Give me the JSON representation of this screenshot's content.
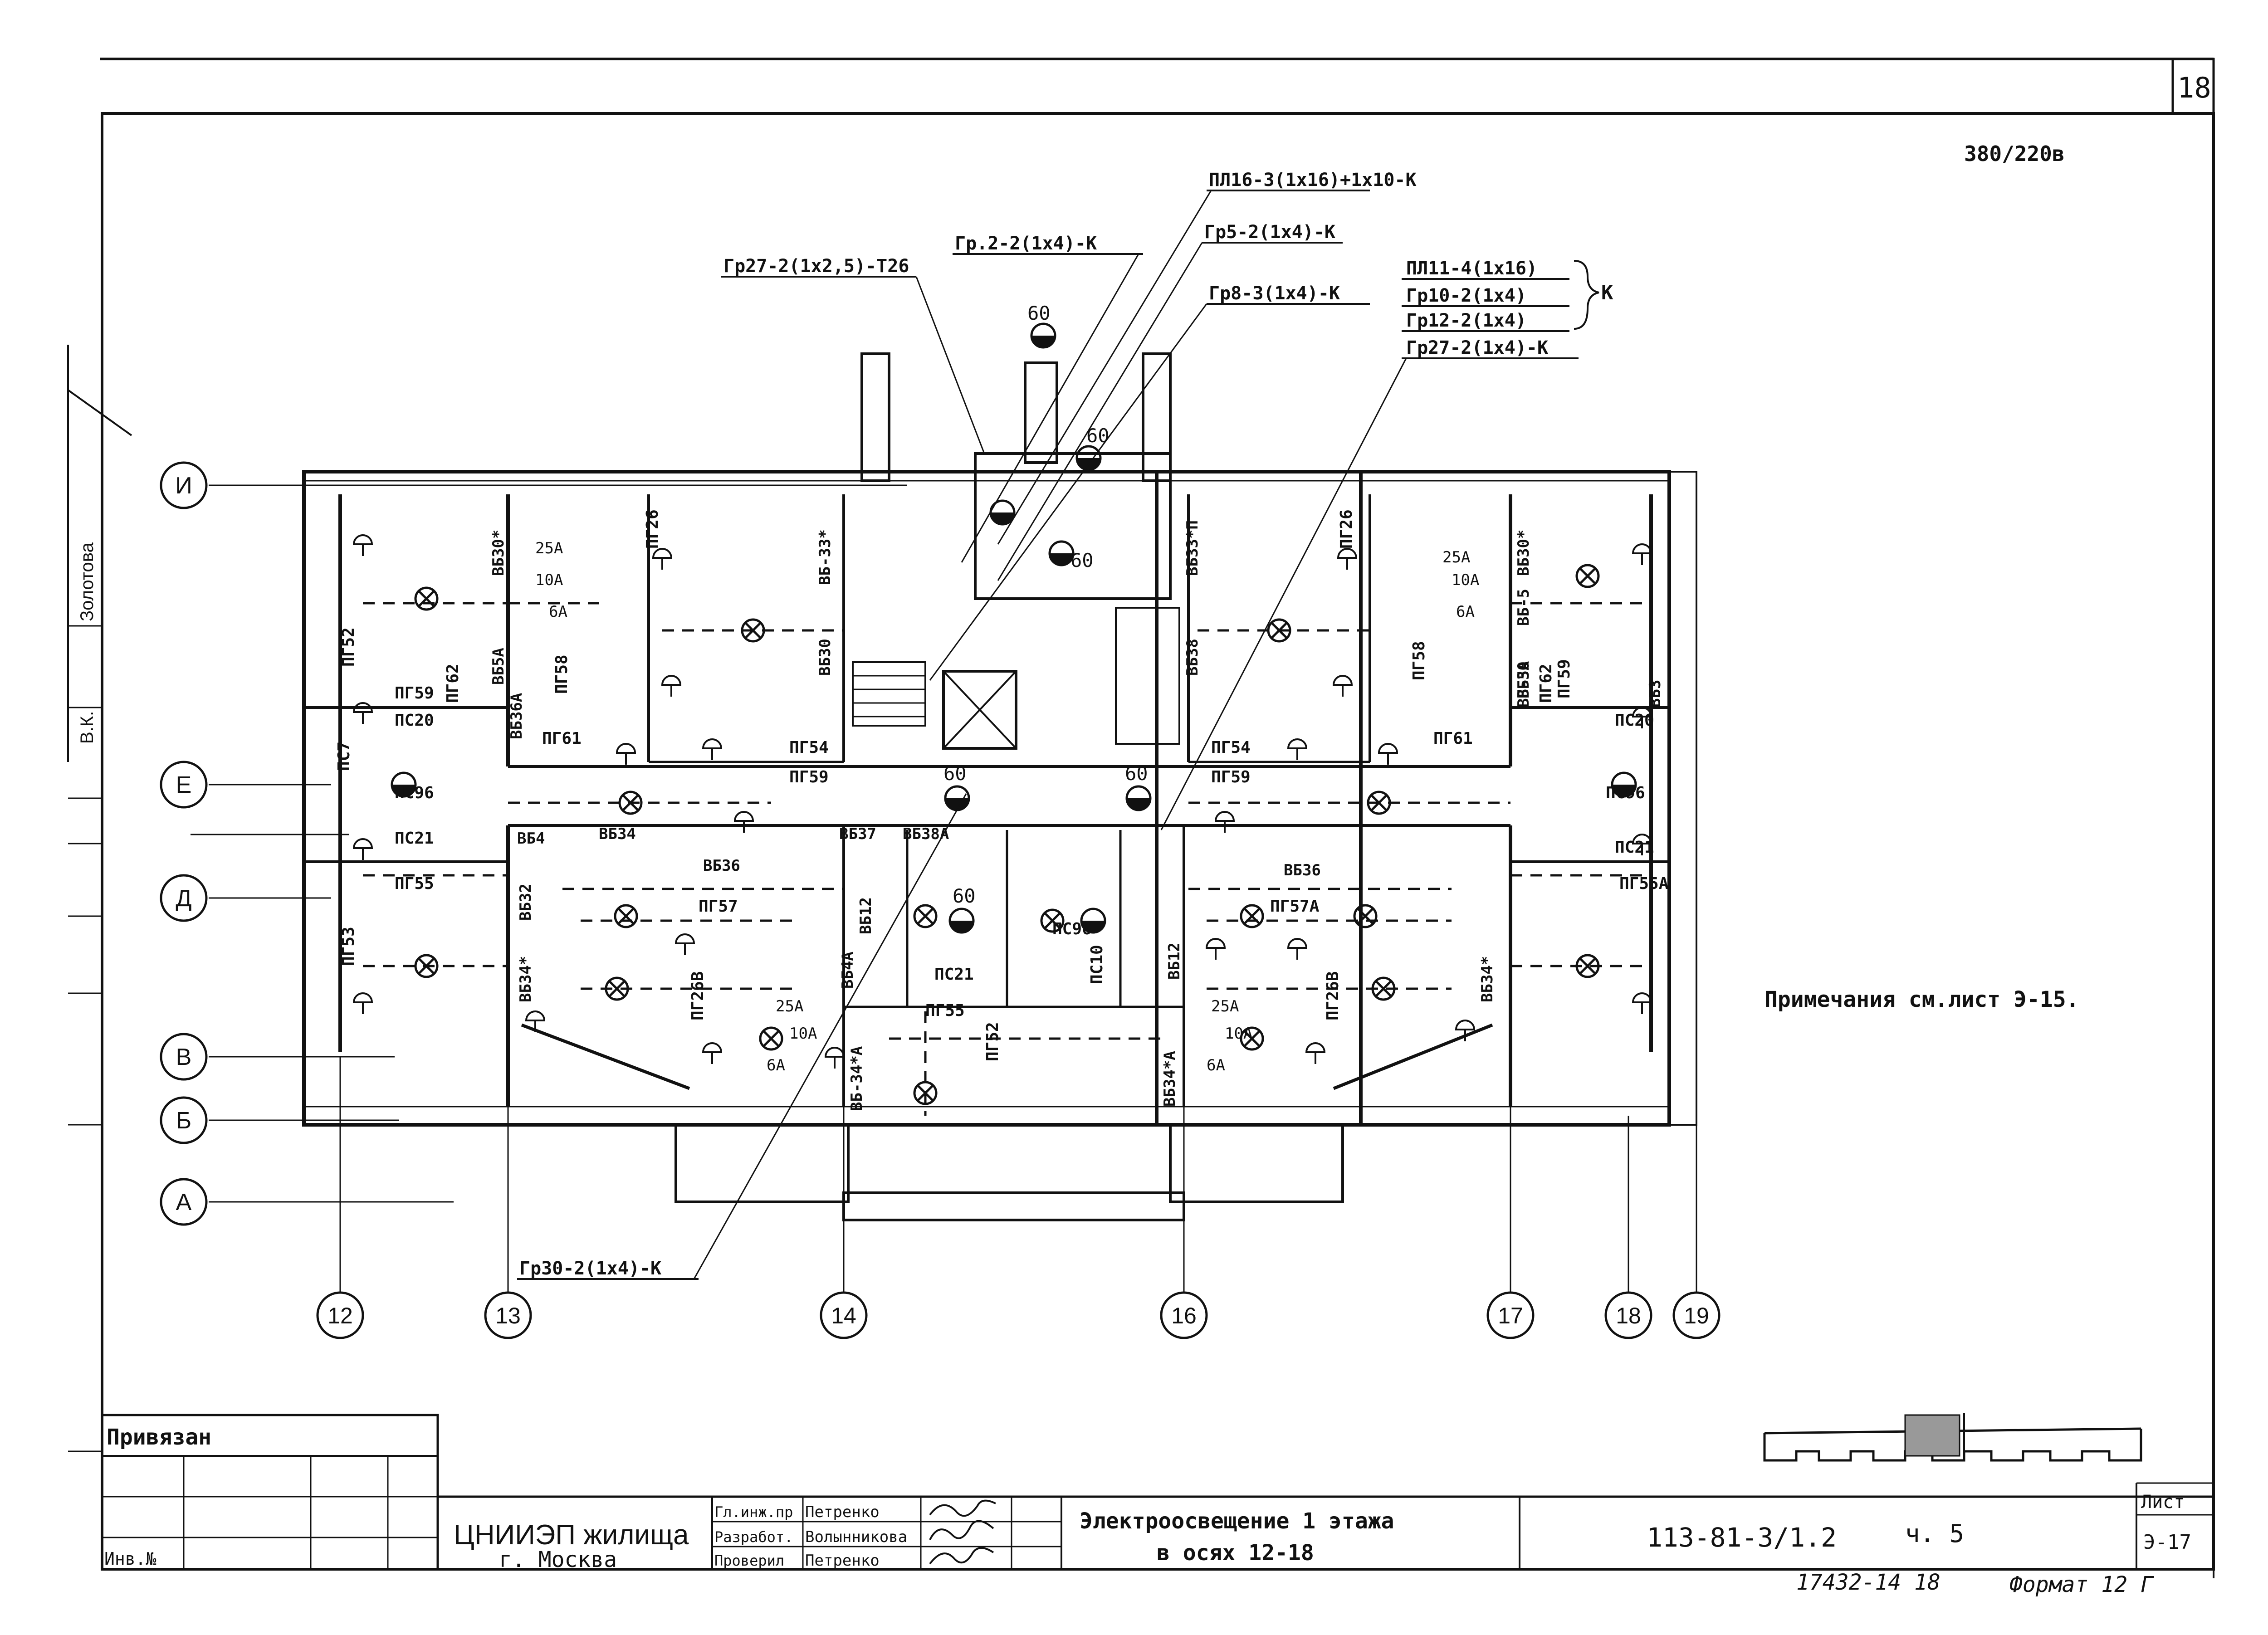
{
  "sheet_number": "18",
  "voltage": "380/220в",
  "note": "Примечания см.лист Э-15.",
  "sidebar": {
    "signer_name": "Золотова",
    "signer_role": "В.К."
  },
  "cable_labels": {
    "main_feeder": "ПЛ16-3(1х16)+1х10-К",
    "gr2": "Гр.2-2(1х4)-К",
    "gr27_t26": "Гр27-2(1х2,5)-Т26",
    "gr5": "Гр5-2(1х4)-К",
    "gr8": "Гр8-3(1х4)-К",
    "gr30": "Гр30-2(1х4)-К",
    "group_k": [
      "ПЛ11-4(1х16)",
      "Гр10-2(1х4)",
      "Гр12-2(1х4)"
    ],
    "group_k_suffix": "К",
    "gr27_k": "Гр27-2(1х4)-К"
  },
  "axes": {
    "rows": [
      "И",
      "Е",
      "Д",
      "В",
      "Б",
      "А"
    ],
    "cols": [
      "12",
      "13",
      "14",
      "16",
      "17",
      "18",
      "19"
    ]
  },
  "plan_labels": {
    "room_codes": [
      "ПГ52",
      "ПГ53",
      "ПГ55",
      "ПГ59",
      "ПС20",
      "ПС21",
      "ПС96",
      "ПС7",
      "ПГ62",
      "ПГ58",
      "ПГ61",
      "ПГ26",
      "ПГ54",
      "ПГ59",
      "ПГ57",
      "ПГ26В",
      "ПГ52",
      "ПГ55",
      "ПС21",
      "ПС10",
      "ПС96",
      "ПГ57А",
      "ПГ26В",
      "ПГ55А",
      "ПГ62",
      "ПГ58",
      "ПГ61",
      "ПГ26",
      "ПГ54",
      "ПГ59",
      "ПС20",
      "ПС21",
      "ПС96",
      "ПГ59"
    ],
    "panel_codes": [
      "ВБ30*",
      "ВБ5А",
      "ВБ36А",
      "ВБ-33*",
      "ВБ30",
      "ВБ34",
      "ВБ4",
      "ВБ32",
      "ВБ34*",
      "ВБ36",
      "ВБ37",
      "ВБ38А",
      "ВБ12",
      "ВБ4А",
      "ВБ-34*А",
      "ВБ33*П",
      "ВБ38",
      "ВБ30*",
      "ВБ-5",
      "ВБ-5А",
      "ВБ30",
      "ВБ3",
      "ВБ34*",
      "ВБ34*А",
      "ВБ36",
      "ВБ12"
    ],
    "ratings": [
      "25А",
      "10А",
      "6А",
      "25А",
      "10А",
      "6А",
      "25А",
      "10А",
      "6А",
      "25А",
      "10А",
      "6А"
    ],
    "light_power": [
      "60",
      "60",
      "60",
      "60",
      "60",
      "60"
    ]
  },
  "title_block": {
    "attached_label": "Привязан",
    "inv_label": "Инв.№",
    "organization": "ЦНИИЭП жилища",
    "city": "г. Москва",
    "roles": [
      {
        "role": "Гл.инж.пр",
        "name": "Петренко"
      },
      {
        "role": "Разработ.",
        "name": "Волынникова"
      },
      {
        "role": "Проверил",
        "name": "Петренко"
      }
    ],
    "drawing_title_1": "Электроосвещение 1 этажа",
    "drawing_title_2": "в осях 12-18",
    "project_code": "113-81-3/1.2",
    "part": "ч. 5",
    "sheet_label": "Лист",
    "sheet_code": "Э-17",
    "footer_code": "17432-14 18",
    "format": "Формат 12 Г"
  }
}
